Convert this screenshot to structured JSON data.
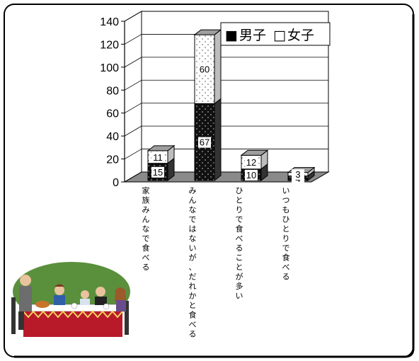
{
  "chart_data": {
    "type": "bar",
    "stacked": true,
    "three_d": true,
    "ylim": [
      0,
      140
    ],
    "yticks": [
      0,
      20,
      40,
      60,
      80,
      100,
      120,
      140
    ],
    "grid": true,
    "legend_position": "top-right",
    "categories": [
      "家族みんなで食べる",
      "みんなではないが、だれかと食べる",
      "ひとりで食べることが多い",
      "いつもひとりで食べる"
    ],
    "series": [
      {
        "name": "男子",
        "values": [
          15,
          67,
          10,
          4
        ],
        "color": "#111111",
        "pattern": "dots-light"
      },
      {
        "name": "女子",
        "values": [
          11,
          60,
          12,
          3
        ],
        "color": "#ffffff",
        "pattern": "dots-dark"
      }
    ]
  },
  "legend": {
    "male_marker": "■",
    "male_label": "男子",
    "female_marker": "□",
    "female_label": "女子"
  },
  "illustration": {
    "icon": "family-dinner-illustration"
  }
}
